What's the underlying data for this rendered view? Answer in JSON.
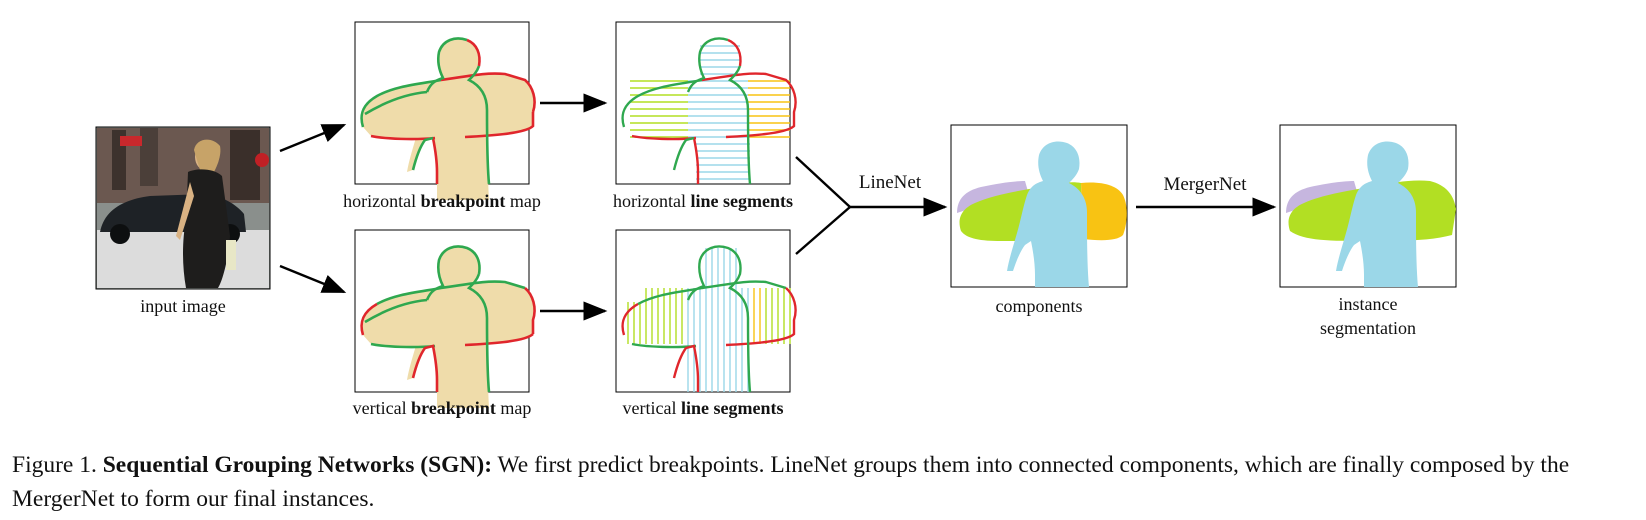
{
  "labels": {
    "input": "input image",
    "h_bp_pre": "horizontal ",
    "h_bp_bold": "breakpoint",
    "h_bp_post": " map",
    "v_bp_pre": "vertical ",
    "v_bp_bold": "breakpoint",
    "v_bp_post": " map",
    "h_ls_pre": "horizontal ",
    "h_ls_bold": "line segments",
    "v_ls_pre": "vertical ",
    "v_ls_bold": "line segments",
    "linenet": "LineNet",
    "mergernet": "MergerNet",
    "components": "components",
    "instance_line1": "instance",
    "instance_line2": "segmentation"
  },
  "caption": {
    "prefix": "Figure 1. ",
    "bold": "Sequential Grouping Networks (SGN):",
    "rest": " We first predict breakpoints. LineNet groups them into connected components, which are finally composed by the MergerNet to form our final instances."
  },
  "colors": {
    "mask_fill": "#efdcaa",
    "green_edge": "#2fa84f",
    "red_edge": "#e0262c",
    "person_blue": "#9bd7e8",
    "car_green": "#b2df23",
    "bag_orange": "#f8c313",
    "car_lavender": "#c6b6df"
  }
}
